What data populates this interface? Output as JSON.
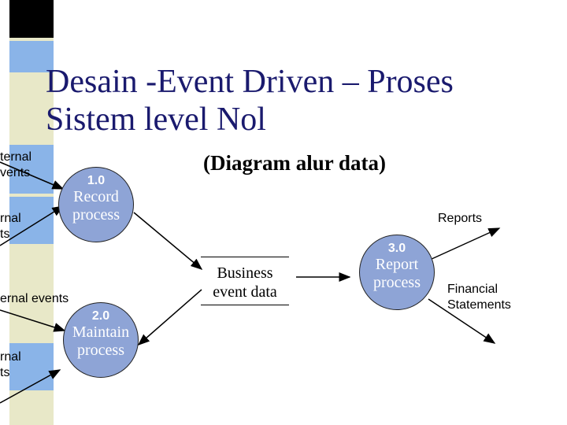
{
  "title": "Desain -Event Driven – Proses\nSistem level Nol",
  "subtitle": "(Diagram alur data)",
  "left_labels": [
    {
      "text": "ternal\nvents"
    },
    {
      "text": "rnal\nts"
    },
    {
      "text": "ernal events"
    },
    {
      "text": "rnal\nts"
    }
  ],
  "processes": [
    {
      "id": "1.0",
      "name": "Record\nprocess"
    },
    {
      "id": "2.0",
      "name": "Maintain\nprocess"
    },
    {
      "id": "3.0",
      "name": "Report\nprocess"
    }
  ],
  "data_store": {
    "label": "Business\nevent data"
  },
  "outputs": [
    {
      "label": "Reports"
    },
    {
      "label": "Financial\nStatements"
    }
  ],
  "colors": {
    "process_fill": "#8ea4d6",
    "title_text": "#1a1a6e",
    "stripe_black": "#000000",
    "stripe_blue": "#8ab4e8",
    "stripe_cream": "#e8e8c8"
  }
}
